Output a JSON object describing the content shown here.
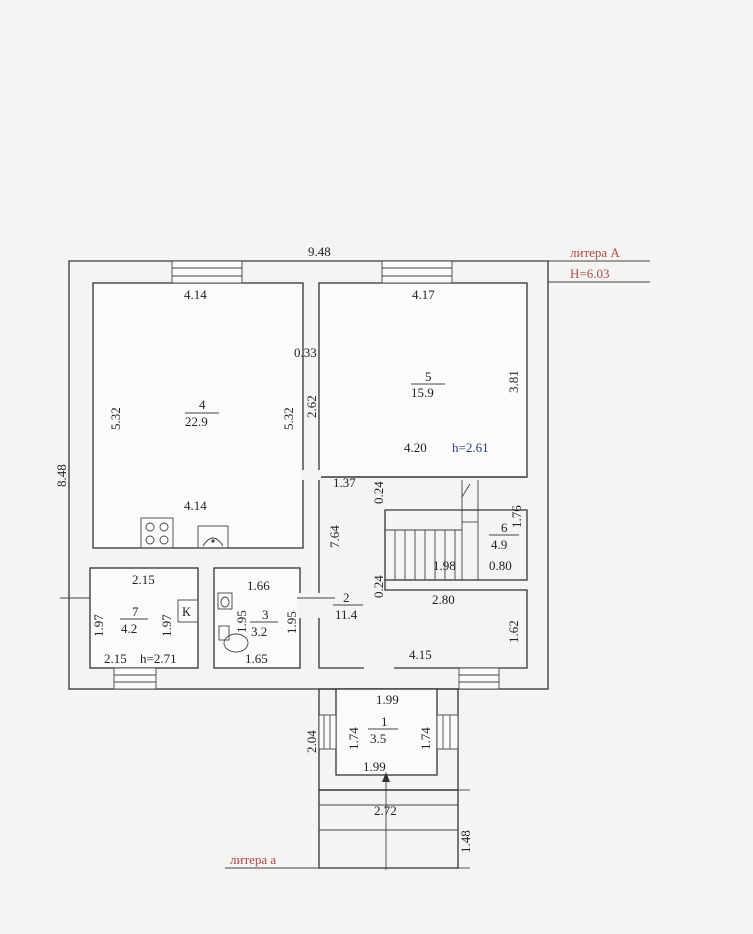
{
  "literas": {
    "main": "литера А",
    "main_height": "H=6.03",
    "porch": "литера а"
  },
  "outer_dims": {
    "total_width": "9.48",
    "total_depth": "8.48"
  },
  "rooms": {
    "r4": {
      "num": "4",
      "area": "22.9",
      "top": "4.14",
      "bottom": "4.14",
      "left": "5.32",
      "right": "5.32"
    },
    "r5": {
      "num": "5",
      "area": "15.9",
      "top": "4.17",
      "bottom": "4.20",
      "right": "3.81",
      "height": "h=2.61"
    },
    "r6": {
      "num": "6",
      "area": "4.9",
      "width": "1.98",
      "side": "0.80",
      "height_dim": "1.76"
    },
    "r2": {
      "num": "2",
      "area": "11.4",
      "top": "2.80",
      "bottom": "4.15",
      "right": "1.62",
      "left": "7.64"
    },
    "r7": {
      "num": "7",
      "area": "4.2",
      "top": "2.15",
      "bottom": "2.15",
      "left": "1.97",
      "right": "1.97",
      "height": "h=2.71",
      "mark": "К"
    },
    "r3": {
      "num": "3",
      "area": "3.2",
      "top": "1.66",
      "bottom": "1.65",
      "left": "1.95",
      "right": "1.95"
    },
    "r1": {
      "num": "1",
      "area": "3.5",
      "top": "1.99",
      "bottom": "1.99",
      "left": "1.74",
      "right": "1.74"
    }
  },
  "wall_dims": {
    "partition": "0.33",
    "hall_left": "2.62",
    "corridor": "1.37",
    "gap_top": "0.24",
    "gap_bottom": "0.24"
  },
  "porch_dims": {
    "outer_left": "2.04",
    "steps_width": "2.72",
    "steps_depth": "1.48"
  }
}
